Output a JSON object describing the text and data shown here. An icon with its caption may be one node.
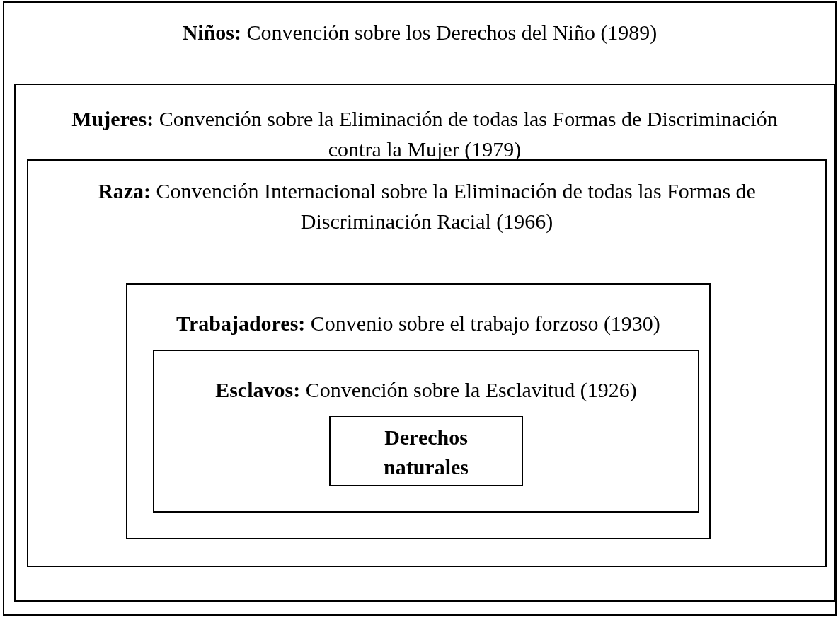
{
  "diagram": {
    "nodes": [
      {
        "text": [
          "**Niños:** Convención sobre los Derechos del Niño (1989)"
        ]
      },
      {
        "text": [
          "**Mujeres:** Convención sobre la Eliminación de todas las Formas de Discriminación contra la Mujer (1979)"
        ],
        "in": 0
      },
      {
        "text": [
          "**Raza:** Convención Internacional sobre la Eliminación de todas las Formas de Discriminación Racial (1966)"
        ],
        "in": 1
      },
      {
        "text": [
          "**Trabajadores:** Convenio sobre el trabajo forzoso (1930)"
        ],
        "in": 2
      },
      {
        "text": [
          "**Esclavos:** Convención sobre la Esclavitud (1926)"
        ],
        "in": 3
      },
      {
        "text": [
          "Derechos naturales"
        ],
        "in": 4
      }
    ]
  }
}
